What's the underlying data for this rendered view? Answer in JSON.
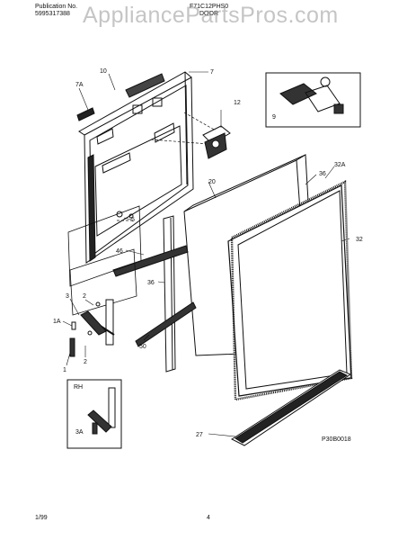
{
  "header": {
    "publication_label": "Publication No.",
    "publication_number": "5995317388",
    "model": "F71C12PHS0",
    "section": "DOOR"
  },
  "watermark": "AppliancePartsPros.com",
  "inset_labels": {
    "rh": "RH"
  },
  "callouts": [
    "7A",
    "10",
    "7",
    "12",
    "9",
    "20",
    "36",
    "32A",
    "32",
    "46",
    "5",
    "3",
    "2",
    "1A",
    "2",
    "1",
    "36",
    "50",
    "3A",
    "27"
  ],
  "diagram_code": "P30B0018",
  "footer": {
    "date": "1/99",
    "page": "4"
  }
}
